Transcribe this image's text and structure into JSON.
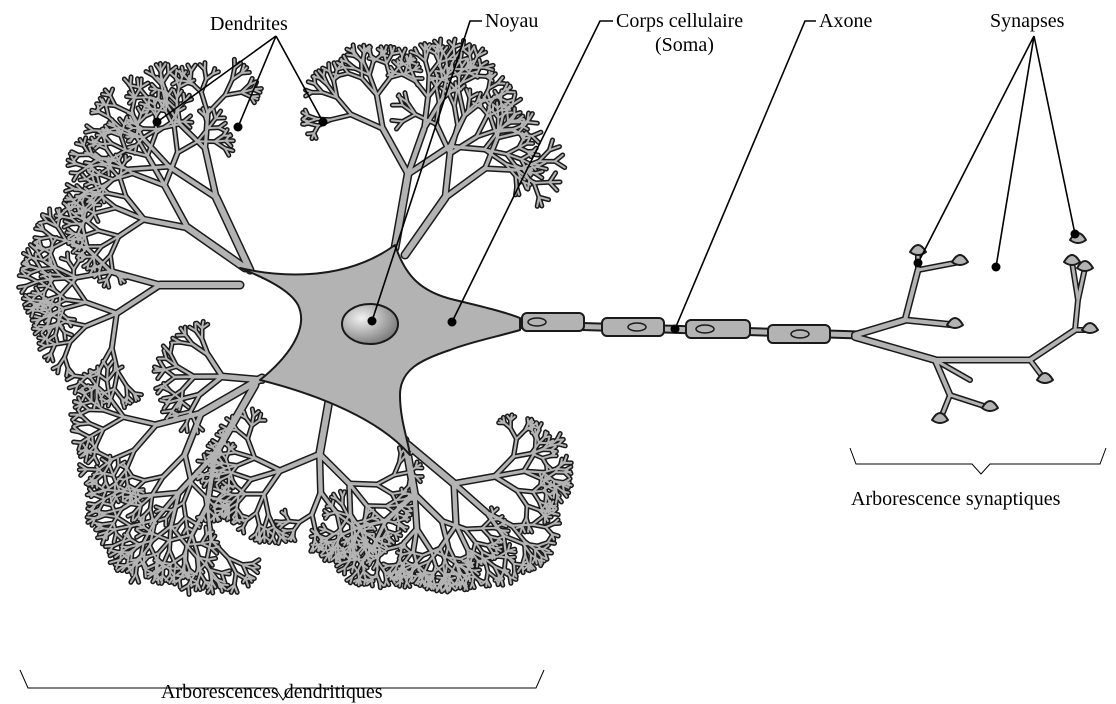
{
  "labels": {
    "dendrites": "Dendrites",
    "noyau": "Noyau",
    "corps_line1": "Corps cellulaire",
    "corps_line2": "(Soma)",
    "axone": "Axone",
    "synapses": "Synapses",
    "arborescence_synaptiques": "Arborescence synaptiques",
    "arborescences_dendritiques": "Arborescences dendritiques"
  },
  "colors": {
    "cell_fill": "#b3b3b3",
    "outline": "#1a1a1a",
    "nucleus_fill": "#8c8c8c",
    "background": "#ffffff"
  }
}
